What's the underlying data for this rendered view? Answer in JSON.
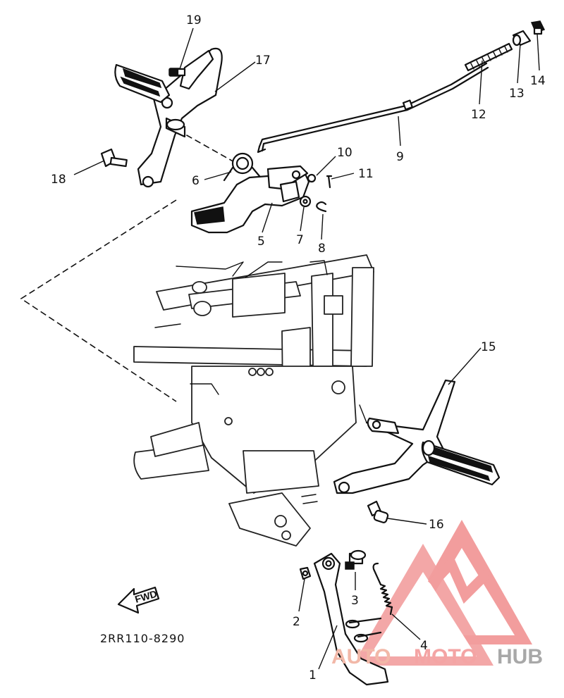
{
  "diagram": {
    "drawing_code": "2RR110-8290",
    "forward_label": "FWD",
    "parts": [
      {
        "id": "1",
        "label": "1"
      },
      {
        "id": "2",
        "label": "2"
      },
      {
        "id": "3",
        "label": "3"
      },
      {
        "id": "4",
        "label": "4"
      },
      {
        "id": "5",
        "label": "5"
      },
      {
        "id": "6",
        "label": "6"
      },
      {
        "id": "7",
        "label": "7"
      },
      {
        "id": "8",
        "label": "8"
      },
      {
        "id": "9",
        "label": "9"
      },
      {
        "id": "10",
        "label": "10"
      },
      {
        "id": "11",
        "label": "11"
      },
      {
        "id": "12",
        "label": "12"
      },
      {
        "id": "13",
        "label": "13"
      },
      {
        "id": "14",
        "label": "14"
      },
      {
        "id": "15",
        "label": "15"
      },
      {
        "id": "16",
        "label": "16"
      },
      {
        "id": "17",
        "label": "17"
      },
      {
        "id": "18",
        "label": "18"
      },
      {
        "id": "19",
        "label": "19"
      }
    ]
  },
  "watermark": {
    "part1": "AUTO",
    "part2": "MOTO",
    "part3": "HUB",
    "colors": {
      "triangle": "#f08c8c",
      "auto": "#f2b8a8",
      "moto": "#f4a4a4",
      "hub": "#a8a8a8"
    }
  }
}
